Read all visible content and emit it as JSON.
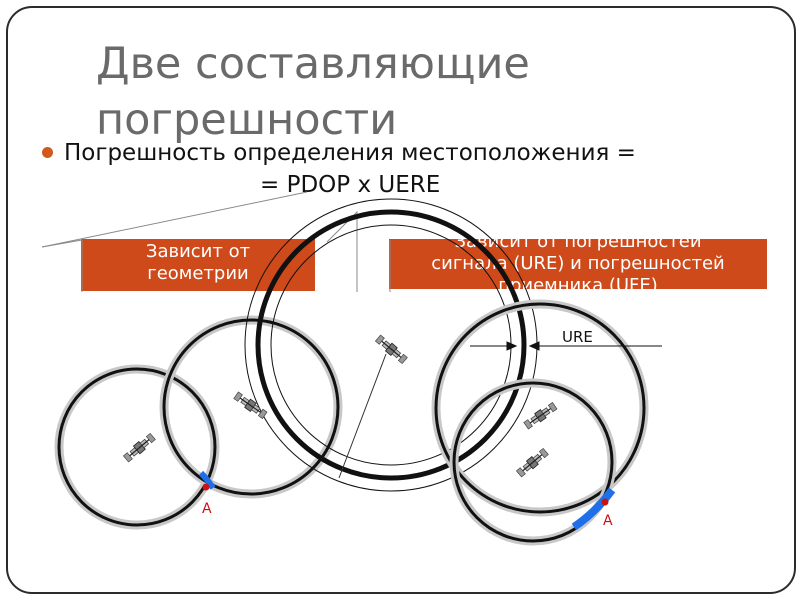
{
  "title": {
    "line1": "Две составляющие",
    "line2": "погрешности"
  },
  "bullet": {
    "line1": "Погрешность определения местоположения =",
    "line2": "=  PDOP x UERE"
  },
  "boxes": {
    "geometry": {
      "line1": "Зависит от",
      "line2": "геометрии"
    },
    "signal": {
      "line1": "Зависит от  погрешностей",
      "line2": "сигнала (URE) и погрешностей",
      "line3": "приемника (UFE)"
    }
  },
  "labels": {
    "ure": "URE",
    "point_a": "A"
  },
  "icons": [
    "satellite-icon"
  ],
  "colors": {
    "accent": "#cf4a1a",
    "ring_halo": "#c8c8c8",
    "ring": "#111111",
    "region": "#1f6fe8",
    "point": "#cc1111"
  }
}
